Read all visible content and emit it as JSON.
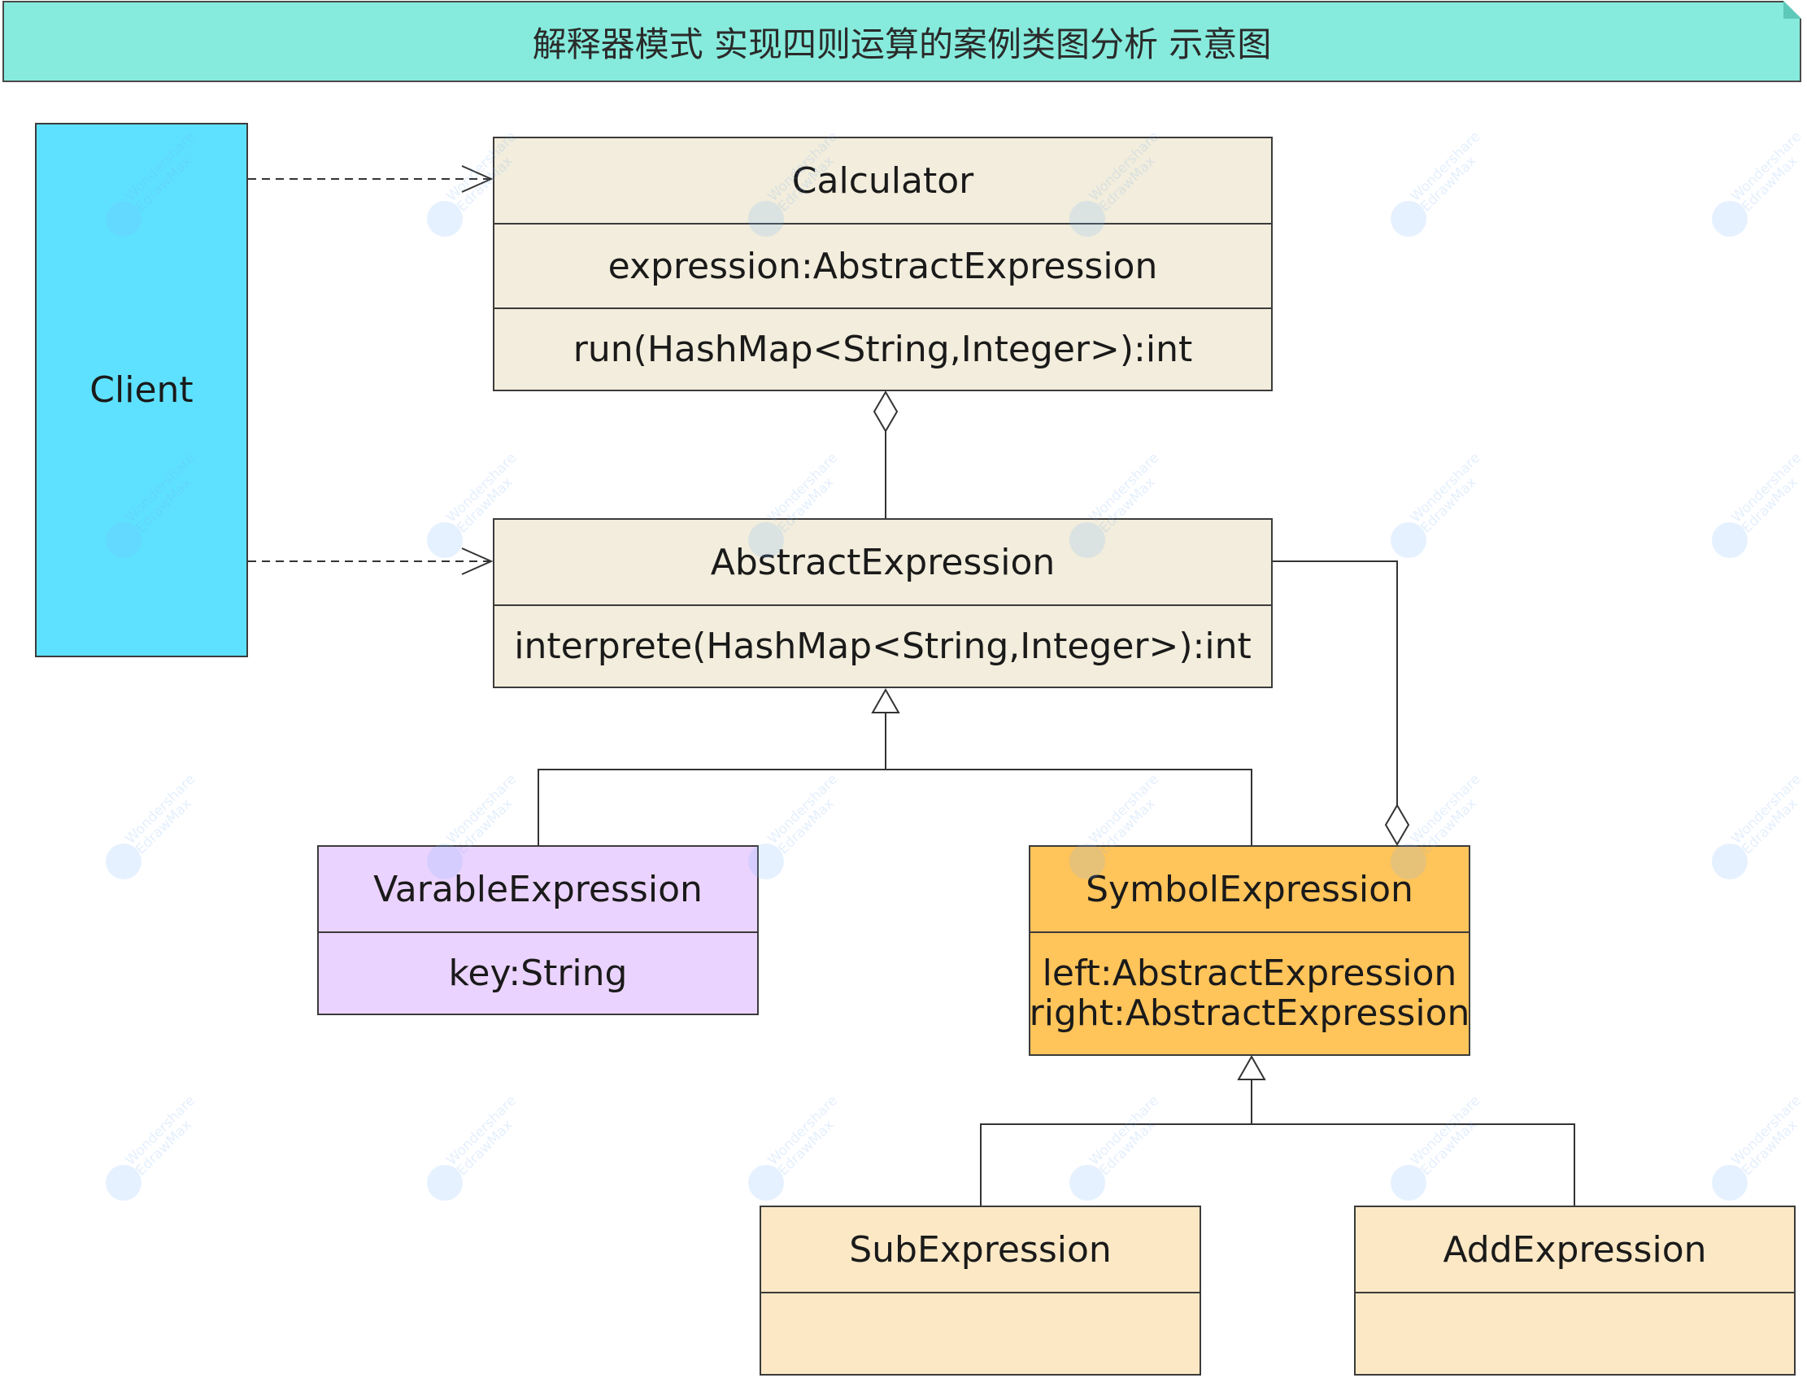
{
  "title": {
    "text": "解释器模式 实现四则运算的案例类图分析 示意图",
    "color": "#86ebdc"
  },
  "classes": {
    "client": {
      "name": "Client",
      "color": "#5ee1ff"
    },
    "calculator": {
      "name": "Calculator",
      "attributes": "expression:AbstractExpression",
      "methods": "run(HashMap<String,Integer>):int",
      "color": "#f2eddc"
    },
    "abstract_expression": {
      "name": "AbstractExpression",
      "methods": "interprete(HashMap<String,Integer>):int",
      "color": "#f2eddc"
    },
    "varable_expression": {
      "name": "VarableExpression",
      "attributes": "key:String",
      "color": "#ebd3ff"
    },
    "symbol_expression": {
      "name": "SymbolExpression",
      "attributes": [
        "left:AbstractExpression",
        "right:AbstractExpression"
      ],
      "color": "#ffc45a"
    },
    "sub_expression": {
      "name": "SubExpression",
      "color": "#fde8c5"
    },
    "add_expression": {
      "name": "AddExpression",
      "color": "#fde8c5"
    }
  },
  "relations": [
    {
      "from": "Client",
      "to": "Calculator",
      "type": "dependency"
    },
    {
      "from": "Client",
      "to": "AbstractExpression",
      "type": "dependency"
    },
    {
      "from": "AbstractExpression",
      "to": "Calculator",
      "type": "aggregation"
    },
    {
      "from": "VarableExpression",
      "to": "AbstractExpression",
      "type": "generalization"
    },
    {
      "from": "SymbolExpression",
      "to": "AbstractExpression",
      "type": "generalization"
    },
    {
      "from": "AbstractExpression",
      "to": "SymbolExpression",
      "type": "aggregation"
    },
    {
      "from": "SubExpression",
      "to": "SymbolExpression",
      "type": "generalization"
    },
    {
      "from": "AddExpression",
      "to": "SymbolExpression",
      "type": "generalization"
    }
  ],
  "watermark": {
    "lines": [
      "Wondershare",
      "EdrawMax"
    ],
    "icon": "edrawmax-logo-icon"
  }
}
